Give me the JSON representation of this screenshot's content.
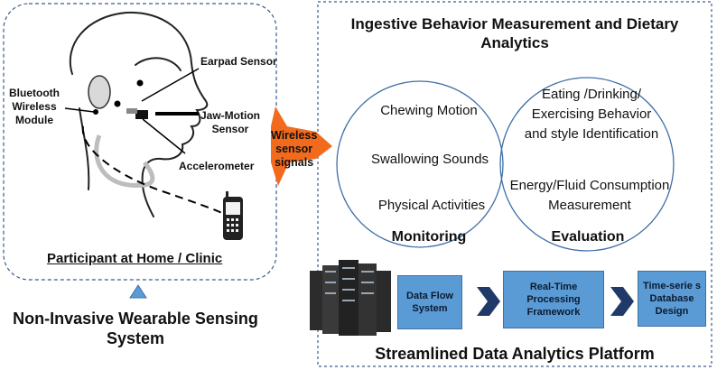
{
  "left_panel": {
    "labels": {
      "bluetooth": [
        "Bluetooth",
        "Wireless",
        "Module"
      ],
      "earpad": "Earpad Sensor",
      "jaw": [
        "Jaw-Motion",
        "Sensor"
      ],
      "accelerometer": "Accelerometer"
    },
    "caption": "Participant at Home / Clinic"
  },
  "wireless_arrow": [
    "Wireless",
    "sensor",
    "signals"
  ],
  "bottom_left_title": [
    "Non-Invasive Wearable Sensing",
    "System"
  ],
  "right_panel": {
    "title": [
      "Ingestive Behavior Measurement and Dietary",
      "Analytics"
    ],
    "monitoring": {
      "items": [
        "Chewing Motion",
        "Swallowing Sounds",
        "Physical Activities"
      ],
      "title": "Monitoring"
    },
    "evaluation": {
      "items": [
        [
          "Eating /Drinking/",
          "Exercising Behavior",
          "and style Identification"
        ],
        [
          "Energy/Fluid Consumption",
          "Measurement"
        ]
      ],
      "title": "Evaluation"
    },
    "pipeline": [
      [
        "Data Flow",
        "System"
      ],
      [
        "Real-Time",
        "Processing",
        "Framework"
      ],
      [
        "Time-serie s",
        "Database",
        "Design"
      ]
    ],
    "platform_title": "Streamlined Data Analytics Platform"
  },
  "colors": {
    "panel_border": "#3b5b8c",
    "circle_stroke": "#3f6fa7",
    "arrow_fill": "#f26b1d",
    "box_fill": "#5b9bd5",
    "chevron_fill": "#1f3a68",
    "triangle_fill": "#5b9bd5"
  }
}
